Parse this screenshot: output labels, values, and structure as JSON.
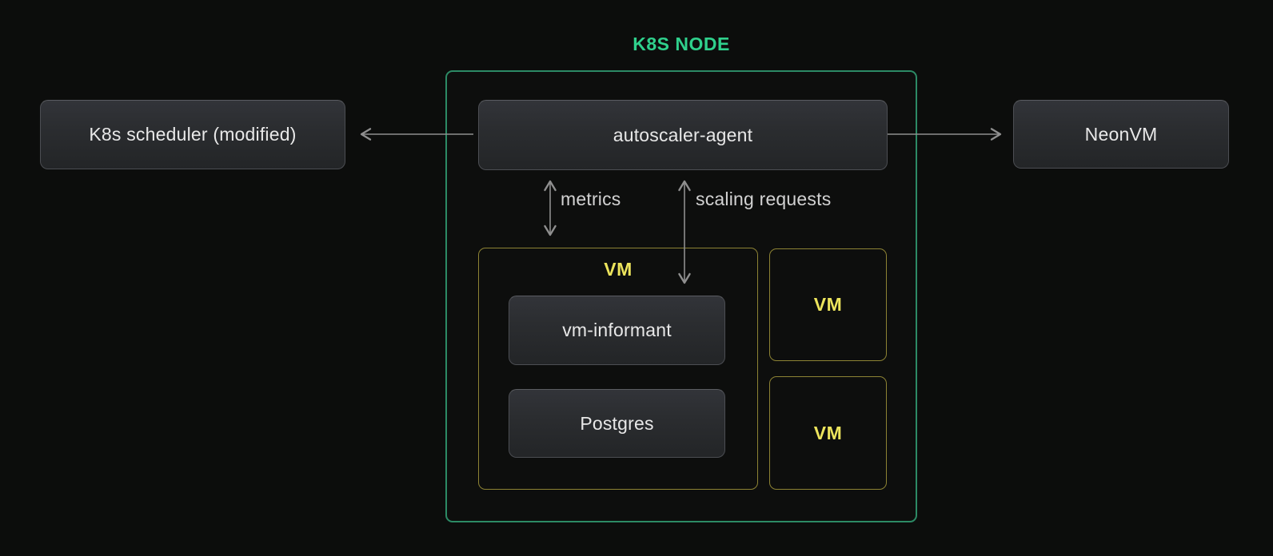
{
  "diagram": {
    "title": "K8S NODE",
    "outer_nodes": {
      "scheduler_label": "K8s scheduler (modified)",
      "neonvm_label": "NeonVM"
    },
    "node_box": {
      "autoscaler_label": "autoscaler-agent",
      "edges": {
        "metrics_label": "metrics",
        "scaling_label": "scaling requests"
      },
      "vm_group": {
        "title": "VM",
        "informant_label": "vm-informant",
        "postgres_label": "Postgres"
      },
      "vm_small": [
        {
          "label": "VM"
        },
        {
          "label": "VM"
        }
      ]
    },
    "colors": {
      "background": "#0c0d0c",
      "title_green": "#2fd08c",
      "node_border_green": "#2c8a65",
      "vm_border_yellow": "#8d8334",
      "vm_text_yellow": "#ece45c",
      "arrow_gray": "#8f8f8f",
      "box_fill_top": "#323439",
      "box_fill_bottom": "#232527",
      "box_border": "#4c4e53",
      "box_text": "#e8e8e8",
      "edge_label_text": "#d2d2d2"
    }
  }
}
